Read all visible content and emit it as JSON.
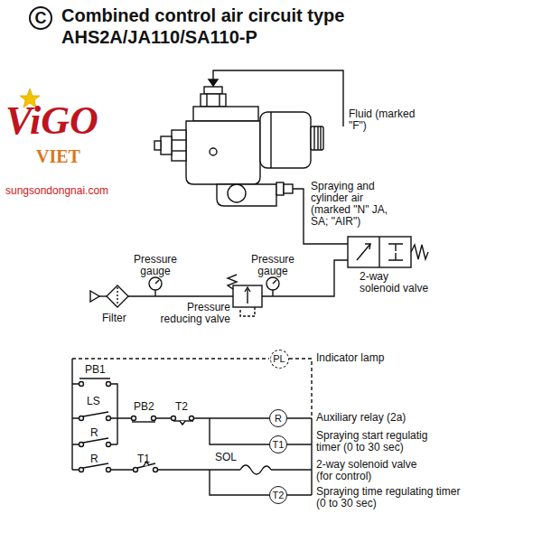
{
  "diagram": {
    "title": "Combined control air circuit type AHS2A/JA110/SA110-P",
    "nodes": [
      {
        "text": [
          "C"
        ]
      },
      {
        "text": [
          "PL"
        ]
      },
      {
        "text": [
          "R"
        ]
      },
      {
        "text": [
          "T1"
        ]
      },
      {
        "text": [
          "T2"
        ]
      }
    ],
    "labels": [
      "Fluid (marked \"F\")",
      "Spraying and cylinder air (marked \"N\" JA, SA; \"AIR\")",
      "2-way solenoid valve",
      "Pressure gauge",
      "Pressure gauge",
      "Filter",
      "Pressure reducing valve",
      "Indicator lamp",
      "PB1",
      "LS",
      "R",
      "PB2",
      "T2",
      "Auxiliary relay (2a)",
      "Spraying start regulatig timer (0 to 30 sec)",
      "R",
      "T1",
      "SOL",
      "2-way solenoid valve (for control)",
      "Spraying time regulating timer (0 to 30 sec)",
      "ViGO",
      "VIET",
      "sungsondongnai.com"
    ]
  }
}
